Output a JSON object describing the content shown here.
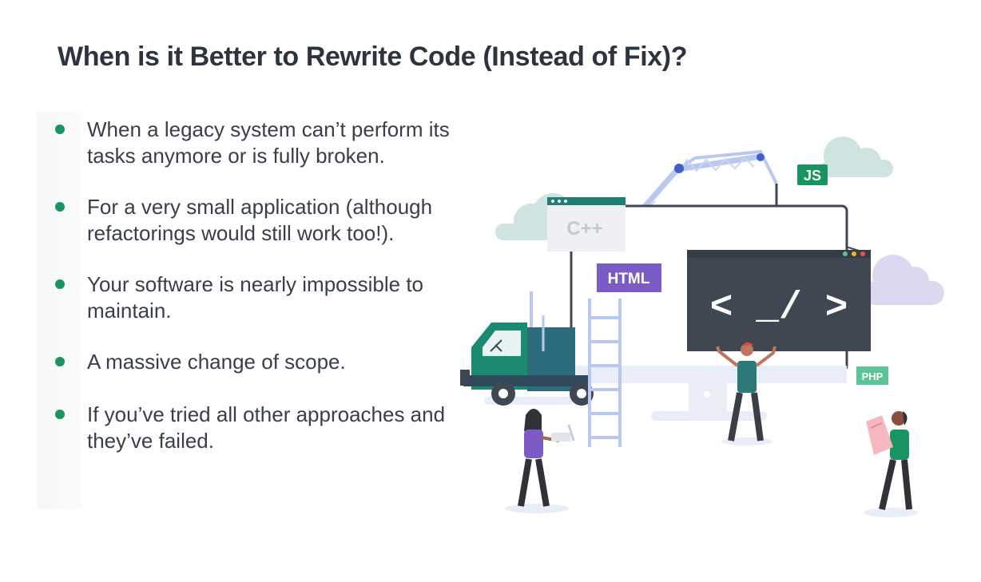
{
  "title": "When is it Better to Rewrite Code (Instead of Fix)?",
  "bullets": [
    "When a legacy system can’t perform its tasks anymore or is fully broken.",
    "For a very small application (although refactorings would still work too!).",
    "Your software is nearly impossible to maintain.",
    "A massive change of scope.",
    "If you’ve tried all other approaches and they’ve failed."
  ],
  "illustration": {
    "tags": {
      "cpp": "C++",
      "js": "JS",
      "html": "HTML",
      "php": "PHP",
      "code": "< _/ >"
    },
    "colors": {
      "bullet": "#1a9460",
      "js_tag": "#17945f",
      "html_tag": "#7c5cc4",
      "php_tag": "#5ac495",
      "code_window": "#3f4752",
      "window_bar": "#1f7e76",
      "truck": "#2c6c7d"
    },
    "icons": [
      "cloud-icon",
      "crane-icon",
      "monitor-icon",
      "truck-icon",
      "ladder-icon",
      "person-icon",
      "laptop-icon",
      "document-icon"
    ]
  }
}
